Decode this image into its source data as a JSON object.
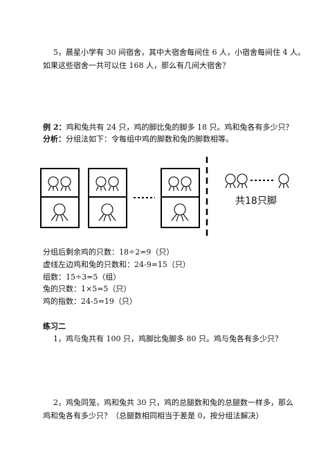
{
  "problem5": {
    "line1": "5，晨星小学有 30 间宿舍，其中大宿舍每间住 6 人，小宿舍每间住 4 人。",
    "line2": "如果这些宿舍一共可以住 168 人，那么有几间大宿舍？"
  },
  "example2": {
    "label": "例 2：",
    "question": "鸡和兔共有 24 只，鸡的脚比兔的脚多 18 只。鸡和兔各有多少只？",
    "analysis_label": "分析：",
    "analysis": "分组法如下：令每组中鸡的脚数和兔的脚数相等。"
  },
  "diagram": {
    "ellipsis": "……",
    "caption": "共18只脚"
  },
  "steps": [
    "分组后剩余鸡的只数：18÷2=9（只）",
    "虚线左边鸡和兔的只数和：24-9=15（只）",
    "组数：15÷3=5（组）",
    "兔的只数：1×5=5（只）",
    "鸡的指数：24-5=19（只）"
  ],
  "exercise2": {
    "title": "练习二",
    "q1": "1，鸡与兔共有 100 只，鸡脚比兔脚多 80 只。鸡与兔各有多少只？",
    "q2_line1": "2，鸡兔同笼，鸡和兔共 30 只，鸡的总腿数和兔的总腿数一样多，那么",
    "q2_line2": "鸡和兔各有多少只？（总腿数相同相当于差是 0，按分组法解决）"
  }
}
